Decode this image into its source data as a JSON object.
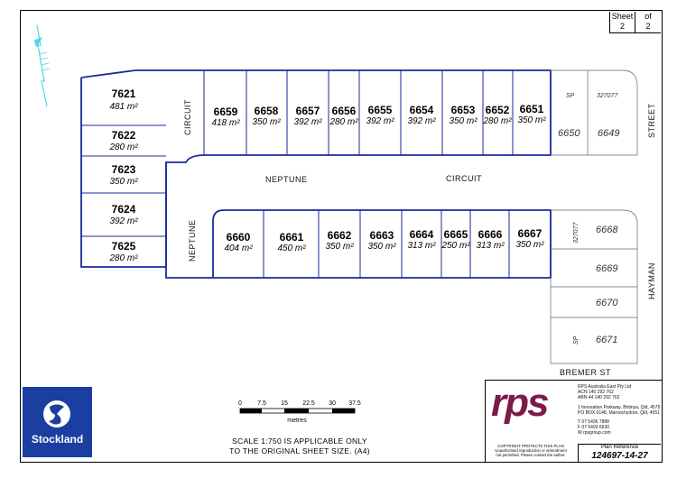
{
  "sheet": {
    "label": "Sheet",
    "of_label": "of",
    "number": "2",
    "total": "2"
  },
  "streets": {
    "neptune_circuit_top": "NEPTUNE",
    "circuit_top": "CIRCUIT",
    "circuit_left": "CIRCUIT",
    "neptune_left": "NEPTUNE",
    "street_right": "STREET",
    "hayman": "HAYMAN",
    "bremer": "BREMER   ST"
  },
  "lots_west": [
    {
      "num": "7621",
      "area": "481 m²"
    },
    {
      "num": "7622",
      "area": "280 m²"
    },
    {
      "num": "7623",
      "area": "350 m²"
    },
    {
      "num": "7624",
      "area": "392 m²"
    },
    {
      "num": "7625",
      "area": "280 m²"
    }
  ],
  "lots_north": [
    {
      "num": "6659",
      "area": "418 m²"
    },
    {
      "num": "6658",
      "area": "350 m²"
    },
    {
      "num": "6657",
      "area": "392 m²"
    },
    {
      "num": "6656",
      "area": "280 m²"
    },
    {
      "num": "6655",
      "area": "392 m²"
    },
    {
      "num": "6654",
      "area": "392 m²"
    },
    {
      "num": "6653",
      "area": "350 m²"
    },
    {
      "num": "6652",
      "area": "280 m²"
    },
    {
      "num": "6651",
      "area": "350 m²"
    }
  ],
  "lots_south": [
    {
      "num": "6660",
      "area": "404 m²"
    },
    {
      "num": "6661",
      "area": "450 m²"
    },
    {
      "num": "6662",
      "area": "350 m²"
    },
    {
      "num": "6663",
      "area": "350 m²"
    },
    {
      "num": "6664",
      "area": "313 m²"
    },
    {
      "num": "6665",
      "area": "250 m²"
    },
    {
      "num": "6666",
      "area": "313 m²"
    },
    {
      "num": "6667",
      "area": "350 m²"
    }
  ],
  "lots_future": {
    "sp_label": "SP",
    "plan_no": "327077",
    "top": [
      "6650",
      "6649"
    ],
    "right": [
      "6668",
      "6669",
      "6670",
      "6671"
    ]
  },
  "scale": {
    "ticks": [
      "0",
      "7.5",
      "15",
      "22.5",
      "30",
      "37.5"
    ],
    "unit": "metres",
    "note_line1": "SCALE 1:750  IS APPLICABLE ONLY",
    "note_line2": "TO THE ORIGINAL SHEET SIZE. (A4)"
  },
  "brand": {
    "stockland": "Stockland"
  },
  "rps": {
    "logo_text": "rps",
    "company": "RPS Australia East Pty Ltd",
    "acn": "ACN 140 292 762",
    "abn": "ABN 44 140 292 762",
    "address1": "1 Innovation Parkway, Birtinya, Qld, 4575",
    "address2": "PO BOX 6148, Maroochydore, Qld, 4551",
    "phone": "T  07 5436 7888",
    "fax": "F  07 5493 6630",
    "web": "W  rpsgroup.com",
    "copyright1": "COPYRIGHT PROTECTS THIS PLAN",
    "copyright2": "Unauthorised reproduction or amendment",
    "copyright3": "not permitted.  Please contact the author.",
    "plan_ref_label": "Plan Reference",
    "plan_ref": "124697-14-27"
  },
  "colors": {
    "boundary": "#1a2a9c",
    "rps_maroon": "#7a1b4a",
    "stockland_blue": "#1b3fa1",
    "north_arrow": "#4fd6e6"
  }
}
